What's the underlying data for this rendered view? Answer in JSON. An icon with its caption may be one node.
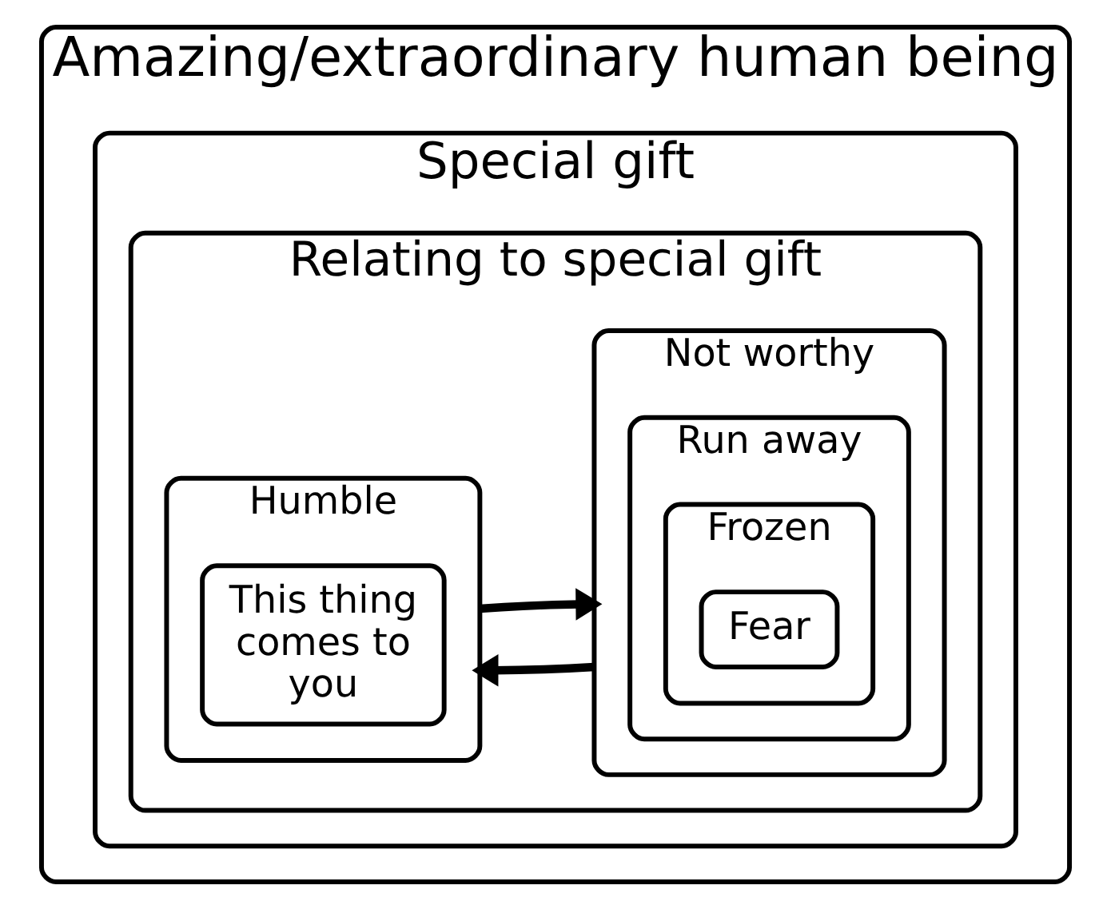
{
  "diagram": {
    "nodes": [
      {
        "text": [
          "Amazing/extraordinary human being"
        ]
      },
      {
        "text": [
          "Special gift"
        ],
        "in": 0
      },
      {
        "text": [
          "Relating to special gift"
        ],
        "in": 1
      },
      {
        "text": [
          "Humble"
        ],
        "in": 2
      },
      {
        "text": [
          "This thing comes to you"
        ],
        "in": 3
      },
      {
        "text": [
          "Not worthy"
        ],
        "in": 2
      },
      {
        "text": [
          "Run away"
        ],
        "in": 5
      },
      {
        "text": [
          "Frozen"
        ],
        "in": 6
      },
      {
        "text": [
          "Fear"
        ],
        "in": 7
      }
    ],
    "edges": [
      {
        "from": 3,
        "to": 5,
        "arrow": "to"
      },
      {
        "from": 5,
        "to": 3,
        "arrow": "to"
      }
    ]
  }
}
